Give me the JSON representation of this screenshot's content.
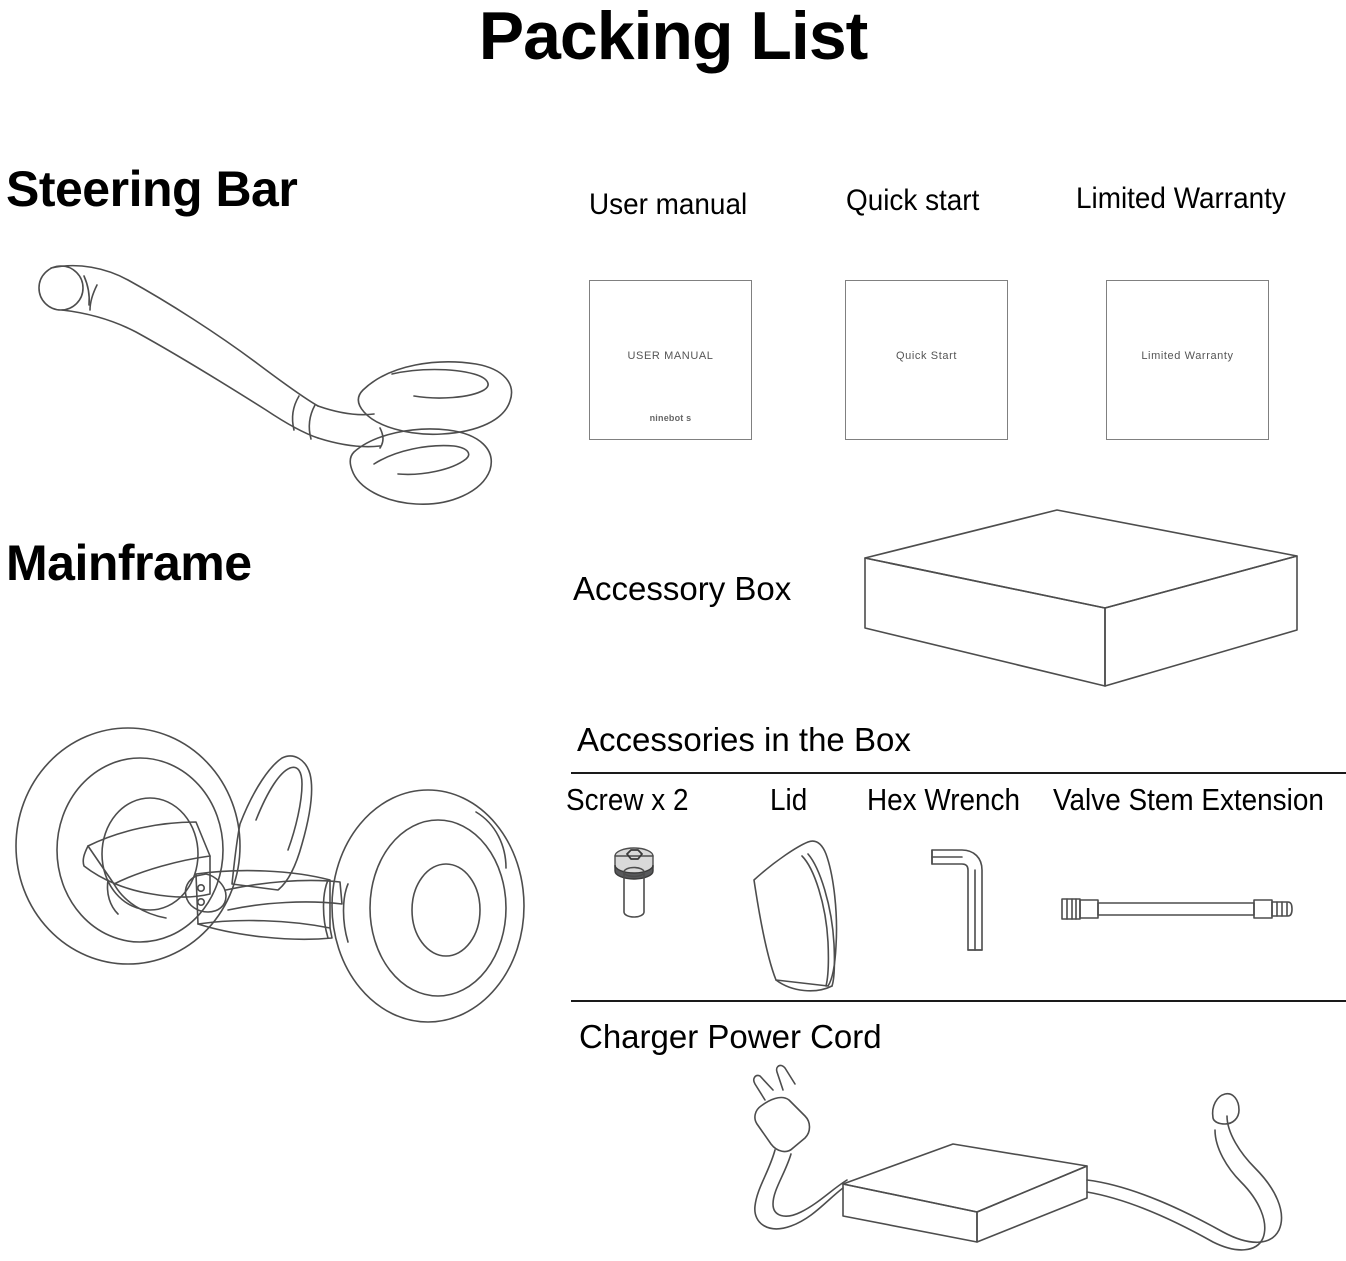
{
  "page": {
    "title": "Packing List",
    "background_color": "#ffffff",
    "line_color": "#4d4d4d"
  },
  "left_column": {
    "sections": [
      {
        "id": "steering-bar",
        "label": "Steering Bar",
        "illustration": "steering-bar-illustration"
      },
      {
        "id": "mainframe",
        "label": "Mainframe",
        "illustration": "mainframe-illustration"
      }
    ]
  },
  "documents": {
    "items": [
      {
        "label": "User manual",
        "sheet_text": "USER MANUAL",
        "logo_text": "ninebot s"
      },
      {
        "label": "Quick start",
        "sheet_text": "Quick Start",
        "logo_text": ""
      },
      {
        "label": "Limited Warranty",
        "sheet_text": "Limited Warranty",
        "logo_text": ""
      }
    ]
  },
  "accessory_box": {
    "label": "Accessory Box",
    "illustration": "accessory-box-illustration"
  },
  "accessories": {
    "heading": "Accessories in the Box",
    "items": [
      {
        "label": "Screw x 2",
        "illustration": "screw-illustration"
      },
      {
        "label": "Lid",
        "illustration": "lid-illustration"
      },
      {
        "label": "Hex Wrench",
        "illustration": "hex-wrench-illustration"
      },
      {
        "label": "Valve Stem Extension",
        "illustration": "valve-stem-extension-illustration"
      }
    ]
  },
  "charger": {
    "label": "Charger Power Cord",
    "illustration": "charger-power-cord-illustration"
  }
}
